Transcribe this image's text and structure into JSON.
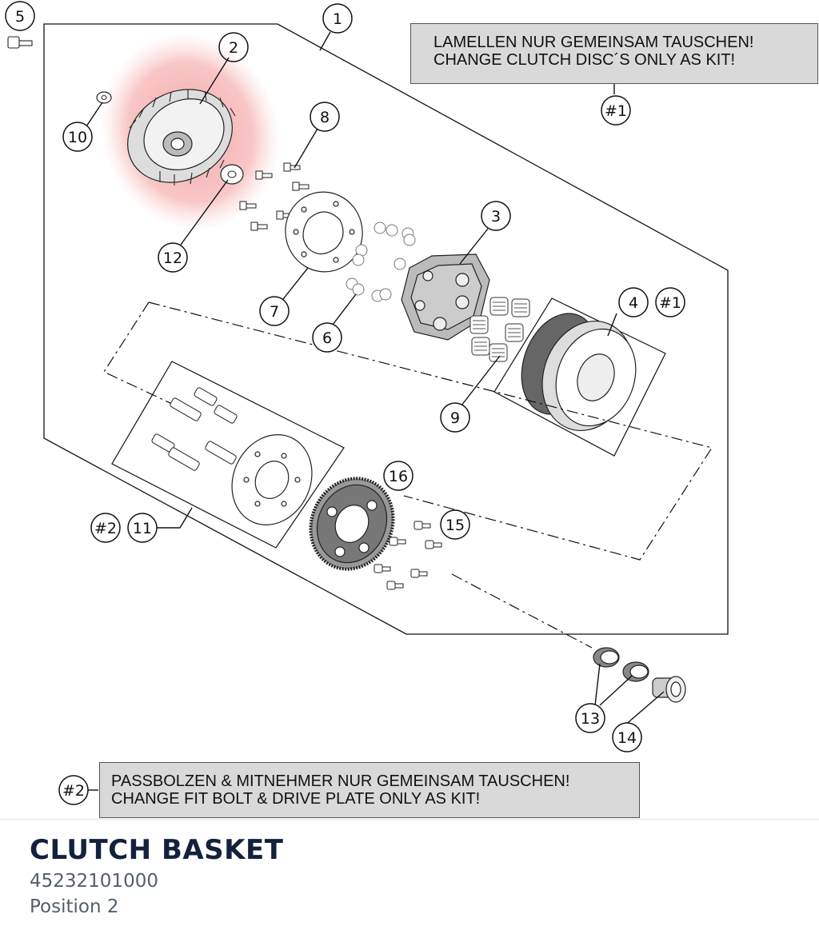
{
  "diagram": {
    "highlight_color": "#f4a0a0",
    "callouts": [
      {
        "id": "c1",
        "label": "1"
      },
      {
        "id": "c2",
        "label": "2"
      },
      {
        "id": "c3",
        "label": "3"
      },
      {
        "id": "c4",
        "label": "4"
      },
      {
        "id": "c5",
        "label": "5"
      },
      {
        "id": "c6",
        "label": "6"
      },
      {
        "id": "c7",
        "label": "7"
      },
      {
        "id": "c8",
        "label": "8"
      },
      {
        "id": "c9",
        "label": "9"
      },
      {
        "id": "c10",
        "label": "10"
      },
      {
        "id": "c11",
        "label": "11"
      },
      {
        "id": "c12",
        "label": "12"
      },
      {
        "id": "c13",
        "label": "13"
      },
      {
        "id": "c14",
        "label": "14"
      },
      {
        "id": "c15",
        "label": "15"
      },
      {
        "id": "c16",
        "label": "16"
      },
      {
        "id": "k1a",
        "label": "#1"
      },
      {
        "id": "k1b",
        "label": "#1"
      },
      {
        "id": "k2a",
        "label": "#2"
      },
      {
        "id": "k2b",
        "label": "#2"
      }
    ]
  },
  "notes": {
    "kit1": {
      "line1": "LAMELLEN NUR GEMEINSAM TAUSCHEN!",
      "line2": "CHANGE CLUTCH DISC´S ONLY AS KIT!"
    },
    "kit2": {
      "line1": "PASSBOLZEN & MITNEHMER NUR GEMEINSAM TAUSCHEN!",
      "line2": "CHANGE FIT BOLT & DRIVE PLATE ONLY AS KIT!"
    }
  },
  "part": {
    "title": "CLUTCH BASKET",
    "number": "45232101000",
    "position": "Position 2"
  }
}
